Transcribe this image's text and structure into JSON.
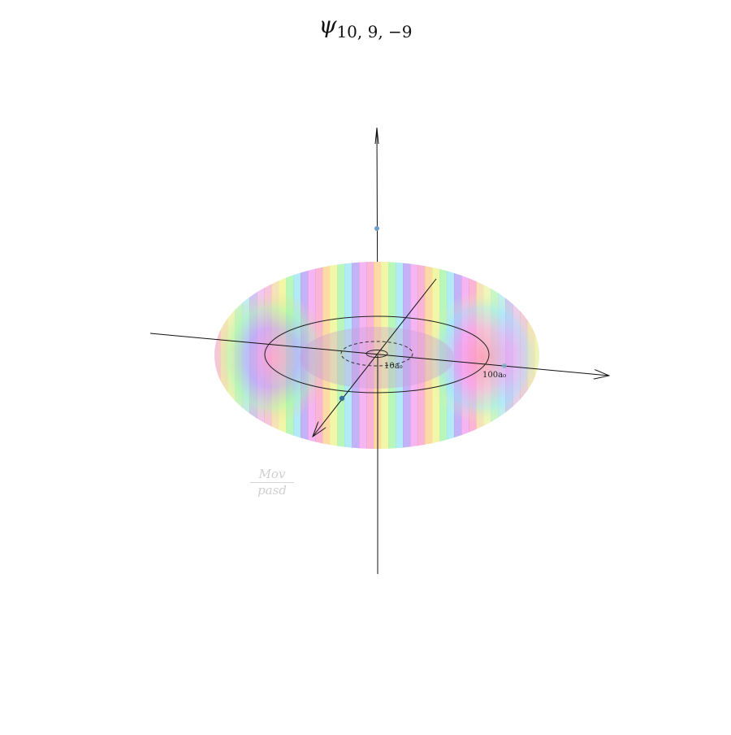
{
  "title": {
    "symbol": "ψ",
    "subscript": "10, 9, −9"
  },
  "rings": {
    "outer_label": "100a₀",
    "inner_label": "10a₀"
  },
  "watermark": {
    "top": "Mov",
    "bottom": "pasd"
  },
  "colors": {
    "axis": "#111111",
    "point": "#5b8fc4",
    "palette": [
      "#ff9ec9",
      "#ffd18a",
      "#f3f58f",
      "#a8f5a6",
      "#9fe6f5",
      "#b59cf5",
      "#f5a0f0"
    ]
  }
}
